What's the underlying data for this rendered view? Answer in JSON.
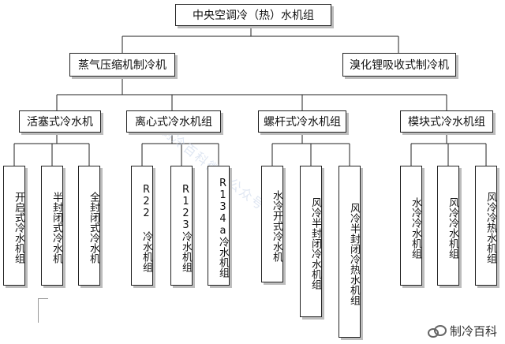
{
  "diagram": {
    "root": "中央空调冷（热）水机组",
    "branches": [
      {
        "label": "蒸气压缩机制冷机",
        "children": [
          {
            "label": "活塞式冷水机",
            "leaves": [
              "开启式冷水机组",
              "半封闭式冷水机",
              "全封闭式冷水机"
            ]
          },
          {
            "label": "离心式冷水机组",
            "leaves": [
              "R22 冷水机组",
              "R123冷水机组",
              "R134a冷水机组"
            ]
          },
          {
            "label": "螺杆式冷水机组",
            "leaves": [
              "水冷开式冷水机",
              "风冷半封闭冷水机组",
              "风冷半封闭冷热水机组"
            ]
          },
          {
            "label": "模块式冷水机组",
            "leaves": [
              "水冷冷水机组",
              "风冷冷水机组",
              "风冷冷热水机组"
            ]
          }
        ]
      },
      {
        "label": "溴化锂吸收式制冷机"
      }
    ]
  },
  "watermark": "制冷百科微信公众号",
  "brand": {
    "name": "制冷百科",
    "icon": "wechat-icon"
  }
}
